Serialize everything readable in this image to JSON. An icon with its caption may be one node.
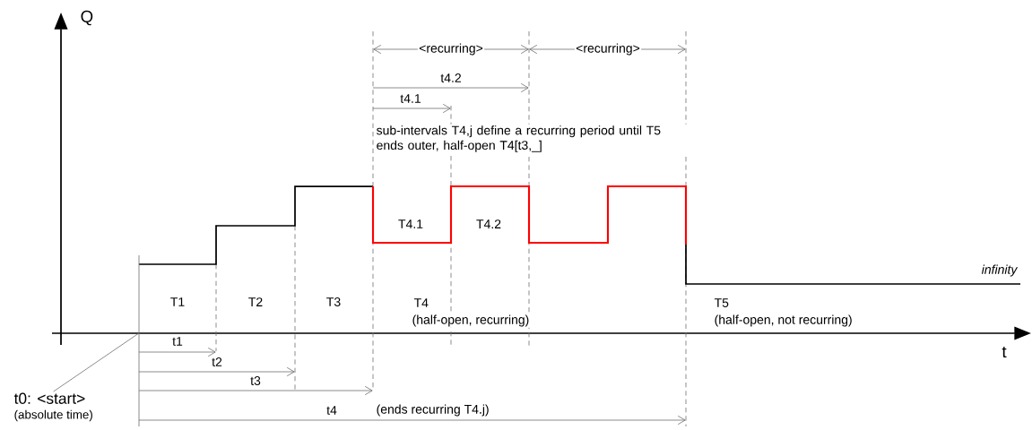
{
  "diagram": {
    "nodes": [
      {
        "text": [
          "t0: <start>",
          "(absolute time)"
        ]
      },
      {
        "text": [],
        "shape": "line"
      }
    ],
    "edges": [
      {
        "from": 0,
        "to": 1,
        "arrow": "none"
      }
    ],
    "labels": [
      "Q",
      "<recurring>",
      "<recurring>",
      "t4.2",
      "t4.1",
      "sub-intervals T4,j define a recurring period until T5 ends outer, half-open T4[t3,_]",
      "T4.1",
      "T4.2",
      "infinity",
      "T1",
      "T2",
      "T3",
      "T4",
      "(half-open, recurring)",
      "T5",
      "(half-open, not recurring)",
      "t",
      "t1",
      "t2",
      "t3",
      "t4",
      "(ends recurring T4.j)"
    ]
  }
}
